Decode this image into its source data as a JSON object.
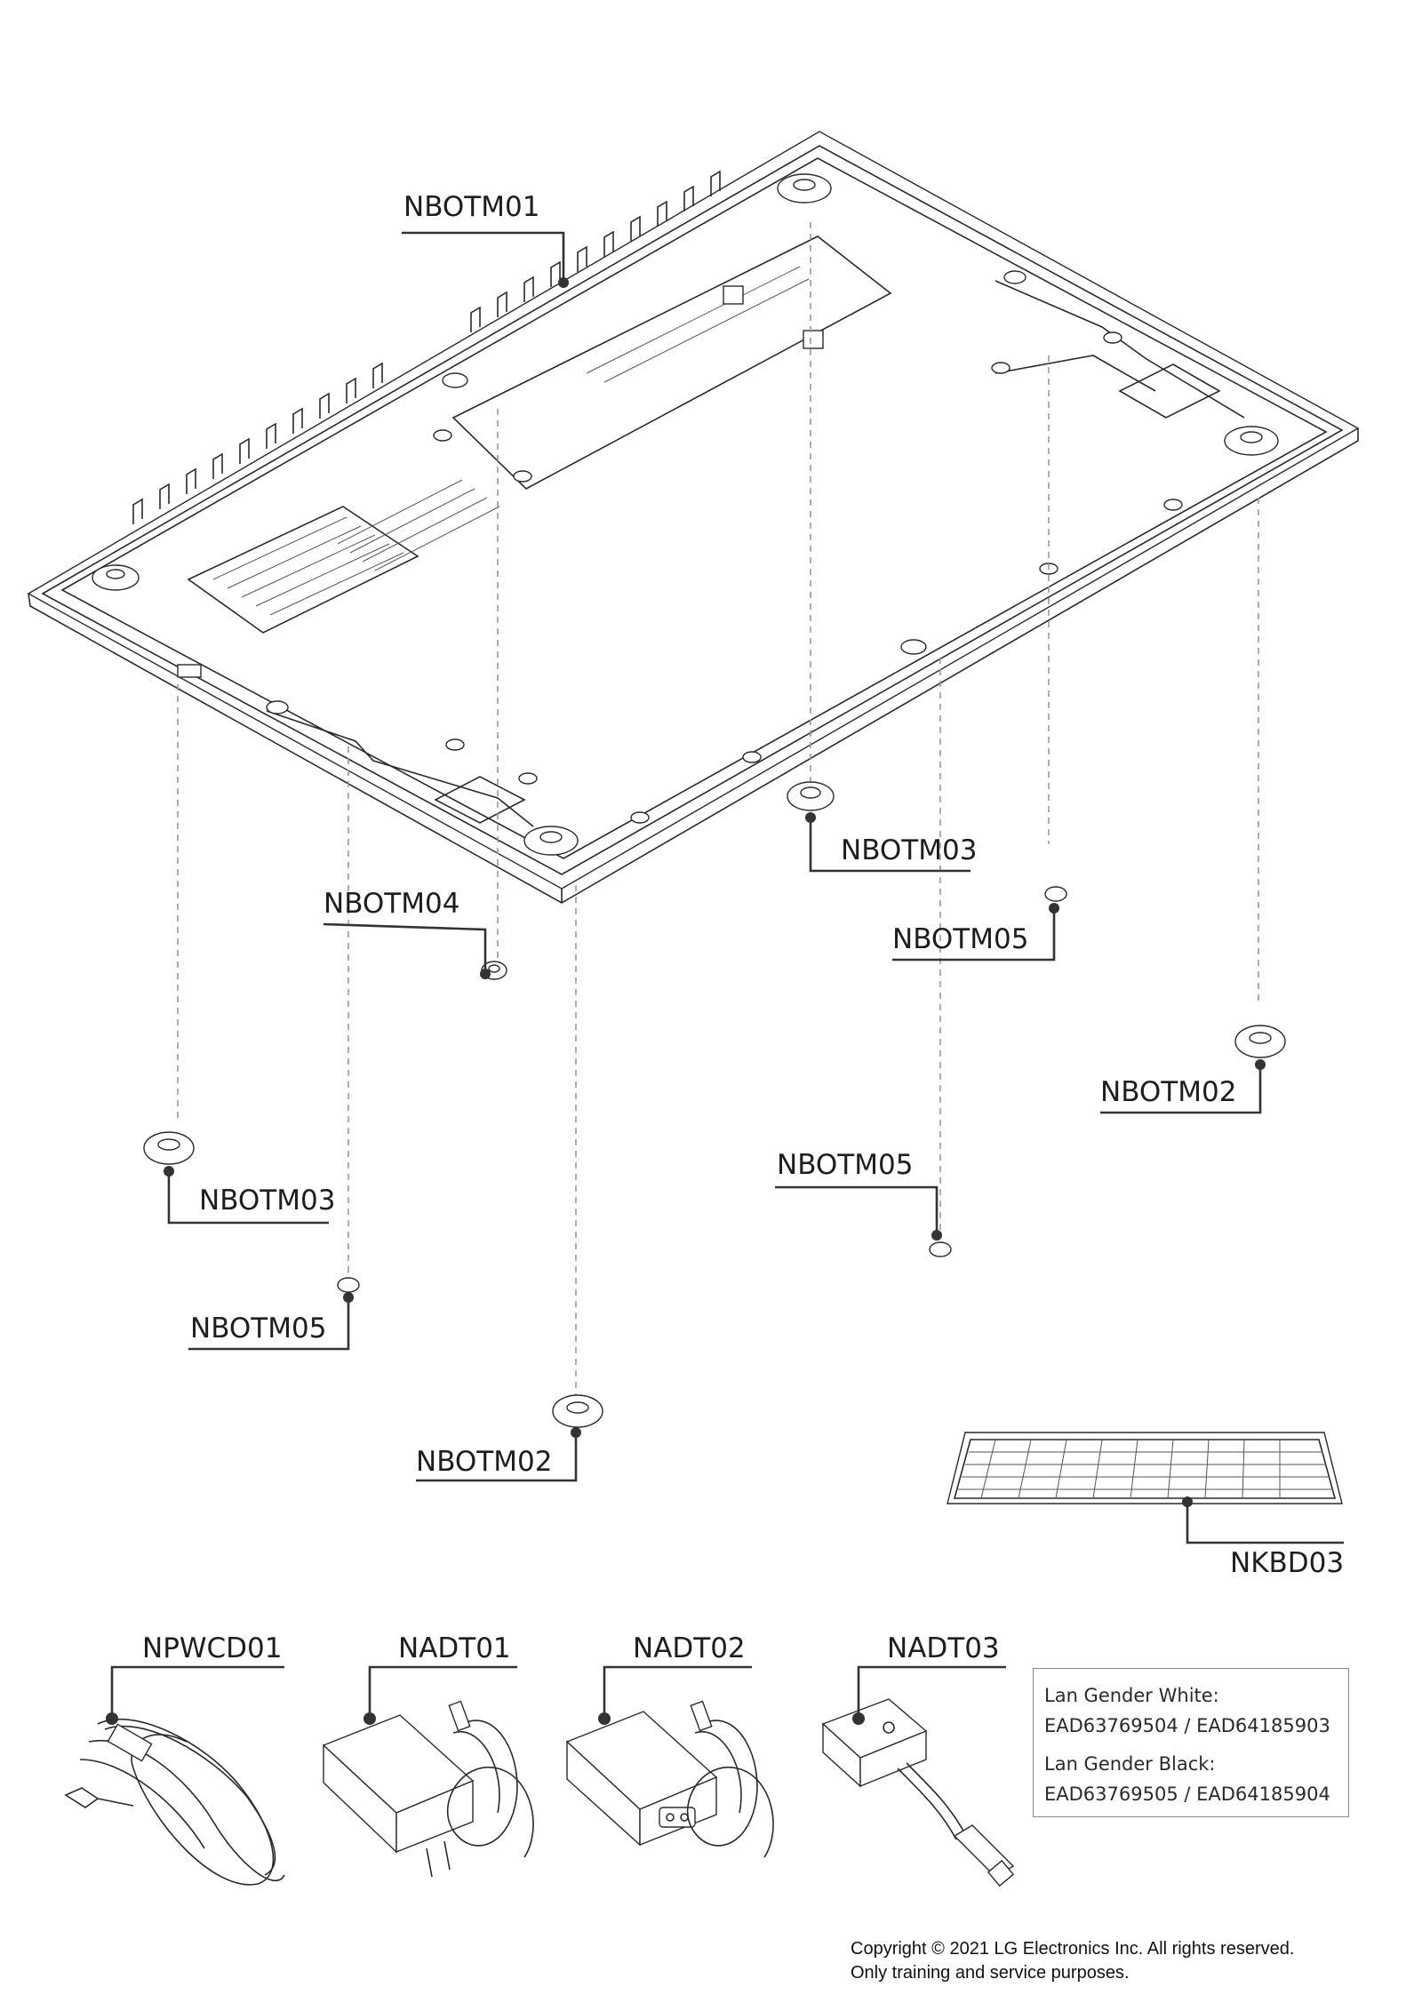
{
  "callouts": {
    "nbotm01": "NBOTM01",
    "nbotm03_right": "NBOTM03",
    "nbotm04": "NBOTM04",
    "nbotm05_right": "NBOTM05",
    "nbotm02_right": "NBOTM02",
    "nbotm03_left": "NBOTM03",
    "nbotm05_mid": "NBOTM05",
    "nbotm05_left": "NBOTM05",
    "nbotm02_bottom": "NBOTM02",
    "nkbd03": "NKBD03",
    "npwcd01": "NPWCD01",
    "nadt01": "NADT01",
    "nadt02": "NADT02",
    "nadt03": "NADT03"
  },
  "lan_gender_info": {
    "white_label": "Lan Gender White:",
    "white_codes": "EAD63769504 / EAD64185903",
    "black_label": "Lan Gender Black:",
    "black_codes": "EAD63769505 / EAD64185904"
  },
  "copyright": {
    "line1": "Copyright © 2021 LG Electronics Inc. All rights reserved.",
    "line2": "Only training and service purposes."
  },
  "icon_names": [
    "bottom-cover-drawing",
    "rubber-foot-drawing",
    "keyboard-drawing",
    "power-cord-drawing",
    "adapter-drawing",
    "lan-gender-drawing",
    "lg-logo-mark"
  ]
}
